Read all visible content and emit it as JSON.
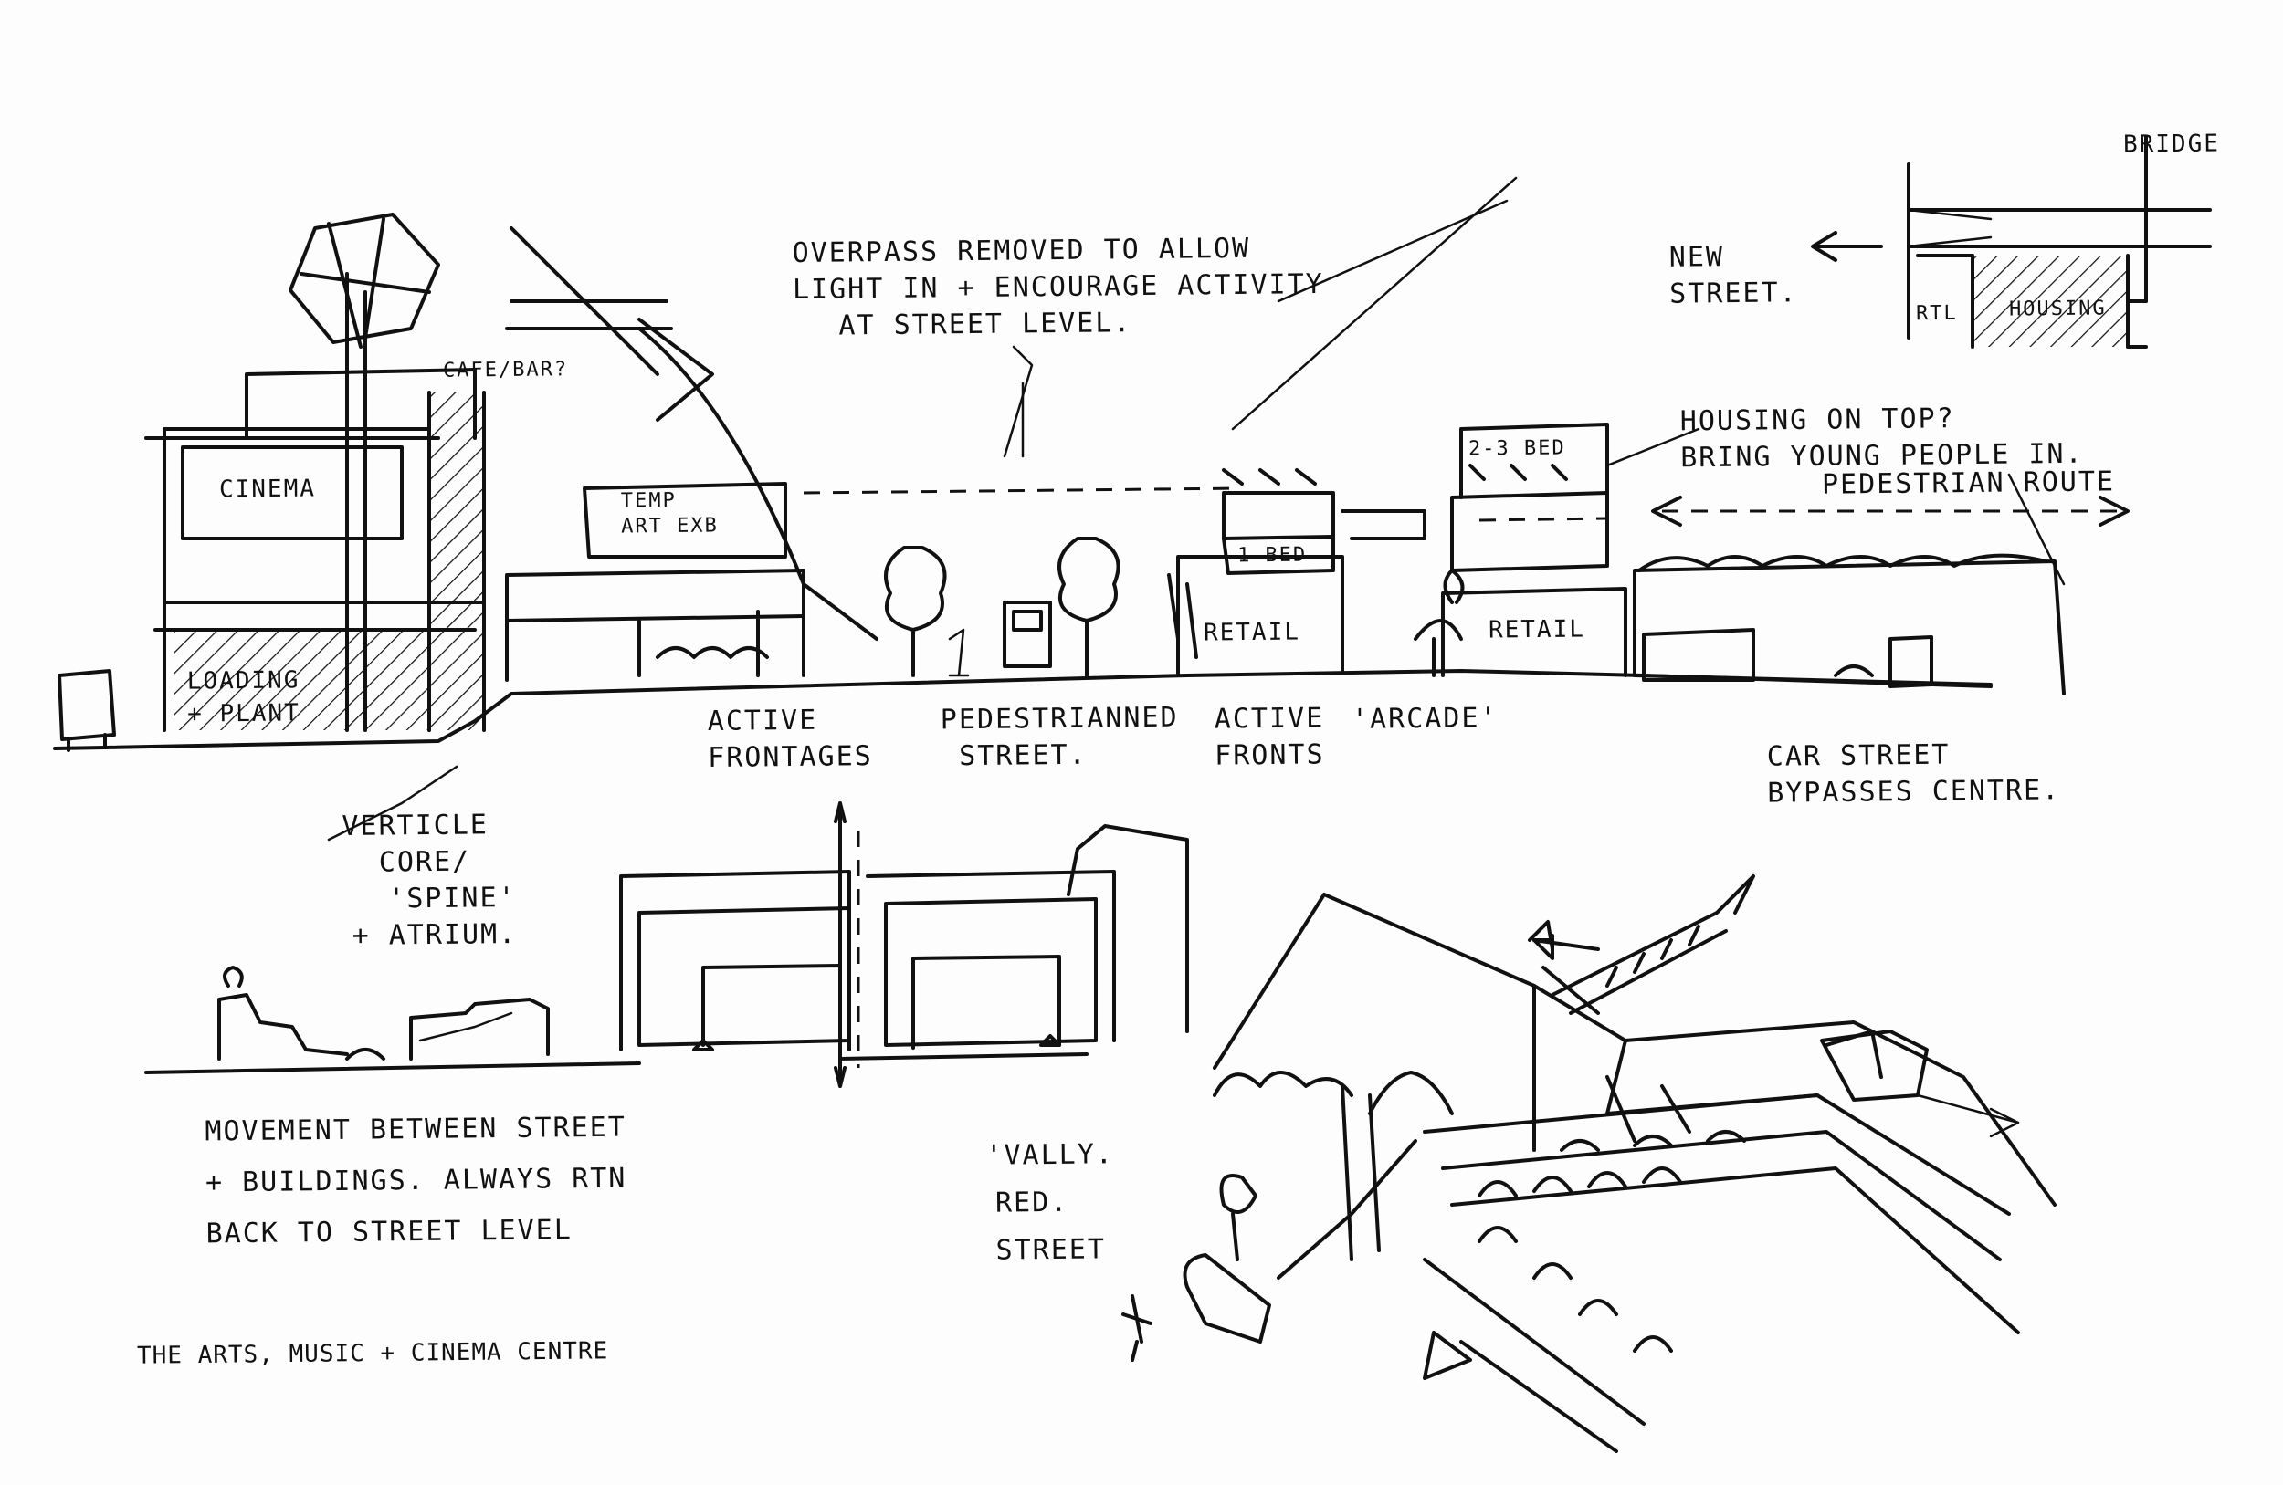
{
  "labels": {
    "overpass": [
      "OVERPASS REMOVED TO ALLOW",
      "LIGHT IN + ENCOURAGE ACTIVITY",
      "AT STREET LEVEL."
    ],
    "new_street": [
      "NEW",
      "STREET."
    ],
    "bridge": "BRIDGE",
    "rtl": "RTL",
    "housing_box": "HOUSING",
    "housing_on_top": [
      "HOUSING ON TOP?",
      "BRING YOUNG PEOPLE IN."
    ],
    "pedestrian_route": "PEDESTRIAN ROUTE",
    "beds_23": "2-3 BED",
    "bed_1": "1 BED",
    "retail_left": "RETAIL",
    "retail_right": "RETAIL",
    "cinema": "CINEMA",
    "temp_art_exb": [
      "TEMP",
      "ART EXB"
    ],
    "loading_plant": [
      "LOADING",
      "+ PLANT"
    ],
    "active_frontages": [
      "ACTIVE",
      "FRONTAGES"
    ],
    "pedestrianised_street": [
      "PEDESTRIANNED",
      "STREET."
    ],
    "active_fronts": [
      "ACTIVE",
      "FRONTS"
    ],
    "arcade": "'ARCADE'",
    "car_street": [
      "CAR STREET",
      "BYPASSES CENTRE."
    ],
    "vertical_core": [
      "VERTICLE",
      "CORE/",
      "'SPINE'",
      "+ ATRIUM."
    ],
    "movement": [
      "MOVEMENT BETWEEN STREET",
      "+ BUILDINGS. ALWAYS RTN",
      "BACK TO STREET LEVEL"
    ],
    "vally_red_street": [
      "'VALLY.",
      "RED.",
      "STREET"
    ],
    "centre_title": "THE ARTS, MUSIC + CINEMA CENTRE",
    "cafe": "CAFE/BAR?"
  }
}
